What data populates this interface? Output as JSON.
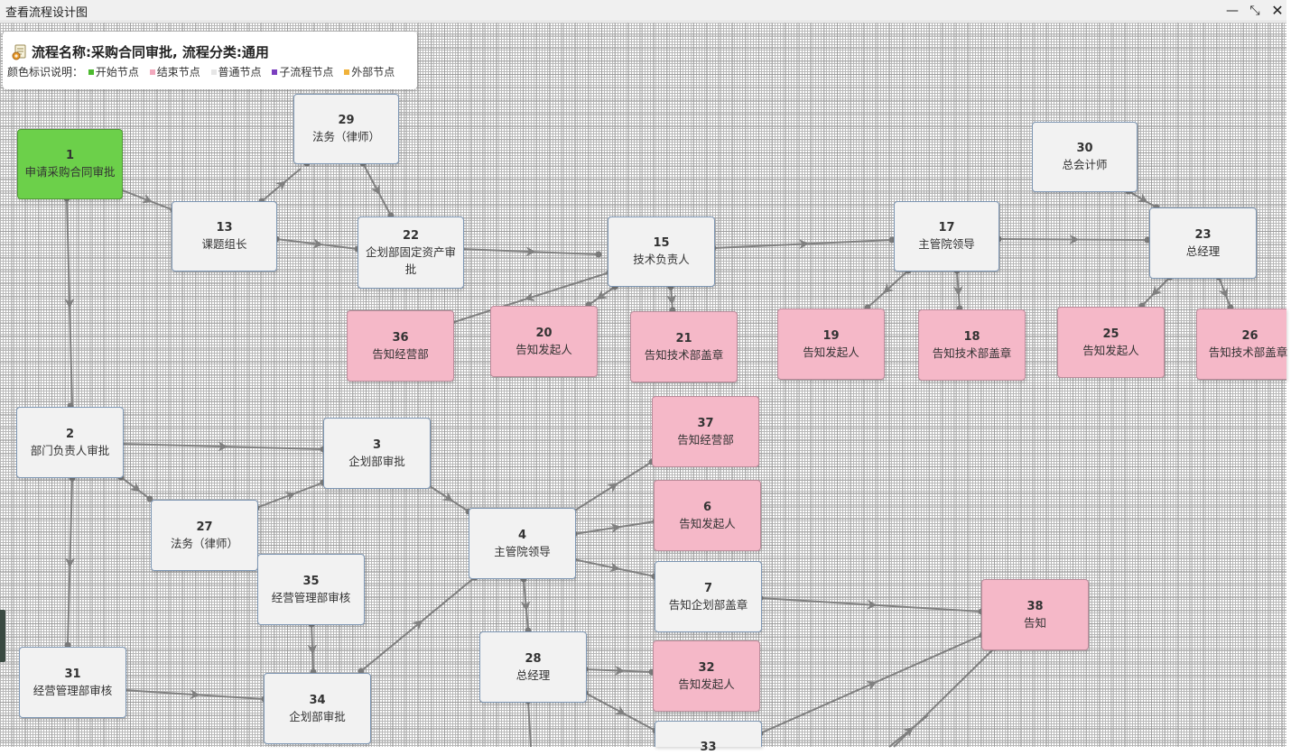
{
  "window": {
    "title": "查看流程设计图",
    "controls": {
      "minimize": "—",
      "restore": "⤡",
      "close": "✕"
    }
  },
  "info": {
    "flow_title": "流程名称:采购合同审批, 流程分类:通用",
    "legend_prefix": "颜色标识说明：",
    "legend": [
      {
        "label": "开始节点",
        "color": "#4cba2e"
      },
      {
        "label": "结束节点",
        "color": "#f2a9bd"
      },
      {
        "label": "普通节点",
        "color": "#e6e6e6"
      },
      {
        "label": "子流程节点",
        "color": "#7b3fbf"
      },
      {
        "label": "外部节点",
        "color": "#f0b23a"
      }
    ]
  },
  "colors": {
    "start": "#6cd04a",
    "end": "#f5b8c8",
    "normal": "#f2f2f2",
    "edge": "#808080"
  },
  "nodes": [
    {
      "id": "1",
      "label": "申请采购合同审批",
      "type": "start"
    },
    {
      "id": "29",
      "label": "法务（律师）",
      "type": "normal"
    },
    {
      "id": "13",
      "label": "课题组长",
      "type": "normal"
    },
    {
      "id": "22",
      "label": "企划部固定资产审批",
      "type": "normal"
    },
    {
      "id": "15",
      "label": "技术负责人",
      "type": "normal"
    },
    {
      "id": "17",
      "label": "主管院领导",
      "type": "normal"
    },
    {
      "id": "30",
      "label": "总会计师",
      "type": "normal"
    },
    {
      "id": "23",
      "label": "总经理",
      "type": "normal"
    },
    {
      "id": "36",
      "label": "告知经营部",
      "type": "end"
    },
    {
      "id": "20",
      "label": "告知发起人",
      "type": "end"
    },
    {
      "id": "21",
      "label": "告知技术部盖章",
      "type": "end"
    },
    {
      "id": "19",
      "label": "告知发起人",
      "type": "end"
    },
    {
      "id": "18",
      "label": "告知技术部盖章",
      "type": "end"
    },
    {
      "id": "25",
      "label": "告知发起人",
      "type": "end"
    },
    {
      "id": "26",
      "label": "告知技术部盖章",
      "type": "end"
    },
    {
      "id": "2",
      "label": "部门负责人审批",
      "type": "normal"
    },
    {
      "id": "3",
      "label": "企划部审批",
      "type": "normal"
    },
    {
      "id": "37",
      "label": "告知经营部",
      "type": "end"
    },
    {
      "id": "27",
      "label": "法务（律师）",
      "type": "normal"
    },
    {
      "id": "4",
      "label": "主管院领导",
      "type": "normal"
    },
    {
      "id": "6",
      "label": "告知发起人",
      "type": "end"
    },
    {
      "id": "35",
      "label": "经营管理部审核",
      "type": "normal"
    },
    {
      "id": "7",
      "label": "告知企划部盖章",
      "type": "normal"
    },
    {
      "id": "38",
      "label": "告知",
      "type": "end"
    },
    {
      "id": "28",
      "label": "总经理",
      "type": "normal"
    },
    {
      "id": "32",
      "label": "告知发起人",
      "type": "end"
    },
    {
      "id": "31",
      "label": "经营管理部审核",
      "type": "normal"
    },
    {
      "id": "34",
      "label": "企划部审批",
      "type": "normal"
    },
    {
      "id": "33",
      "label": "",
      "type": "normal"
    }
  ]
}
